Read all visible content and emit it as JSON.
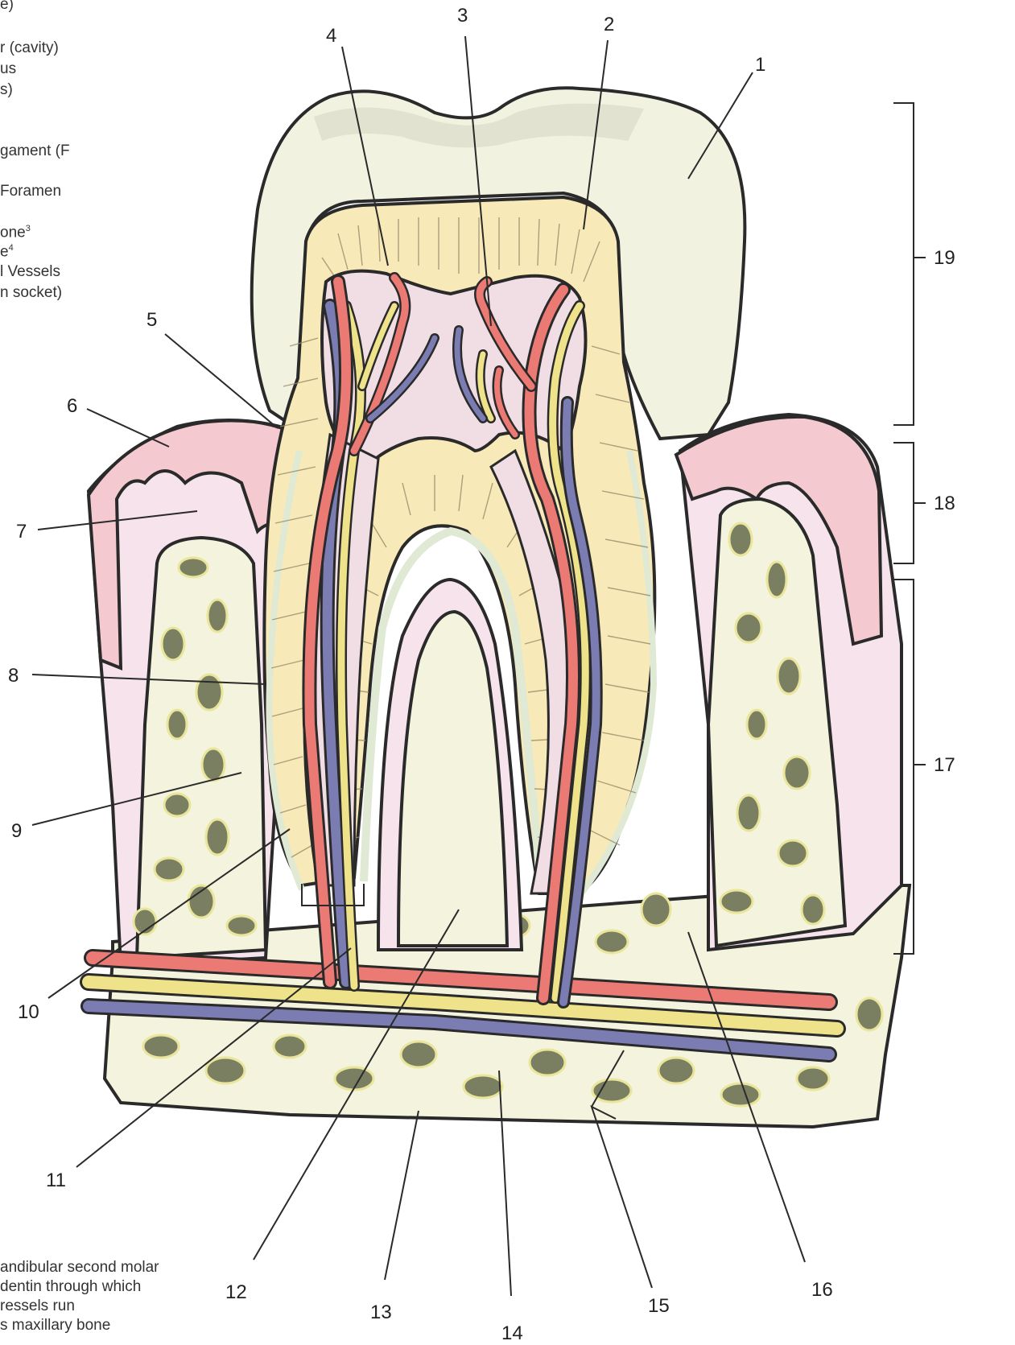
{
  "labels": [
    "1",
    "2",
    "3",
    "4",
    "5",
    "6",
    "7",
    "8",
    "9",
    "10",
    "11",
    "12",
    "13",
    "14",
    "15",
    "16",
    "17",
    "18",
    "19"
  ],
  "side_text_top": [
    {
      "text": "e)"
    },
    {
      "text": "r (cavity)"
    },
    {
      "text": "us"
    },
    {
      "text": "s)"
    },
    {
      "text": "gament (F"
    },
    {
      "text": "Foramen"
    },
    {
      "text": "one",
      "sup": "3"
    },
    {
      "text": "e",
      "sup": "4"
    },
    {
      "text": "l Vessels"
    },
    {
      "text": "n socket)"
    }
  ],
  "side_text_bottom": [
    {
      "text": "andibular second molar"
    },
    {
      "text": "dentin through which"
    },
    {
      "text": "ressels run"
    },
    {
      "text": "s maxillary bone"
    }
  ],
  "colors": {
    "enamel": "#f2f2e0",
    "dentin": "#f8e9b8",
    "pulp": "#f1dde4",
    "gum": "#f4c9d0",
    "bone": "#f3f3de",
    "bone_spots": "#7b7f62",
    "artery": "#ea7a73",
    "nerve": "#eee38a",
    "vein": "#7b7cb2",
    "cementum": "#dfe9d3",
    "ligament": "#f6e3ec"
  }
}
